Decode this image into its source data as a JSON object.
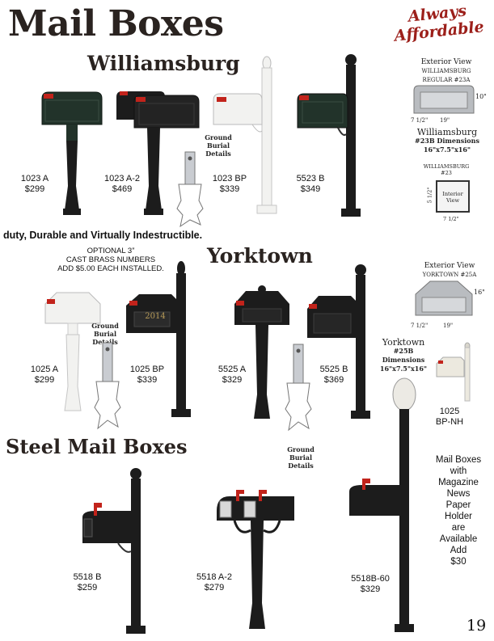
{
  "page_title": "Mail Boxes",
  "badge": {
    "line1": "Always",
    "line2": "Affordable"
  },
  "sections": {
    "williamsburg": "Williamsburg",
    "yorktown": "Yorktown",
    "steel": "Steel Mail Boxes"
  },
  "tagline": "duty, Durable and Virtually Indestructible.",
  "optional_note": [
    "OPTIONAL 3”",
    "CAST BRASS NUMBERS",
    "ADD $5.00 EACH INSTALLED."
  ],
  "ground_burial": "Ground Burial Details",
  "williamsburg_products": [
    {
      "model": "1023 A",
      "price": "$299"
    },
    {
      "model": "1023 A-2",
      "price": "$469"
    },
    {
      "model": "1023 BP",
      "price": "$339"
    },
    {
      "model": "5523 B",
      "price": "$349"
    }
  ],
  "yorktown_products": [
    {
      "model": "1025 A",
      "price": "$299"
    },
    {
      "model": "1025 BP",
      "price": "$339"
    },
    {
      "model": "5525 A",
      "price": "$329"
    },
    {
      "model": "5525 B",
      "price": "$369"
    },
    {
      "model": "1025",
      "price": "BP-NH"
    }
  ],
  "steel_products": [
    {
      "model": "5518 B",
      "price": "$259"
    },
    {
      "model": "5518 A-2",
      "price": "$279"
    },
    {
      "model": "5518B-60",
      "price": "$329"
    }
  ],
  "williamsburg_dims": {
    "exterior_title": "Exterior View",
    "exterior_sub": "WILLIAMSBURG",
    "exterior_model": "REGULAR #23A",
    "height": "10\"",
    "depth": "7 1/2\"",
    "width": "19\"",
    "heading": "Williamsburg",
    "dims_label": "#23B Dimensions",
    "dims_value": "16\"x7.5\"x16\"",
    "interior_sub": "WILLIAMSBURG",
    "interior_model": "#23",
    "interior_label": "Interior View",
    "interior_h": "5 1/2\"",
    "interior_w": "7 1/2\""
  },
  "yorktown_dims": {
    "exterior_title": "Exterior View",
    "exterior_sub": "YORKTOWN #25A",
    "height": "16\"",
    "depth": "7 1/2\"",
    "width": "19\"",
    "heading": "Yorktown",
    "dims_label": "#25B Dimensions",
    "dims_value": "16\"x7.5\"x16\""
  },
  "house_number": "2014",
  "side_note": [
    "Mail Boxes",
    "with",
    "Magazine",
    "News",
    "Paper",
    "Holder",
    "are",
    "Available",
    "Add",
    "$30"
  ],
  "page_number": "19",
  "colors": {
    "black": "#1c1c1c",
    "green": "#22332a",
    "white": "#f2f2f0",
    "flag": "#c2231b",
    "title": "#2a2320",
    "badge": "#9c1f1a"
  }
}
